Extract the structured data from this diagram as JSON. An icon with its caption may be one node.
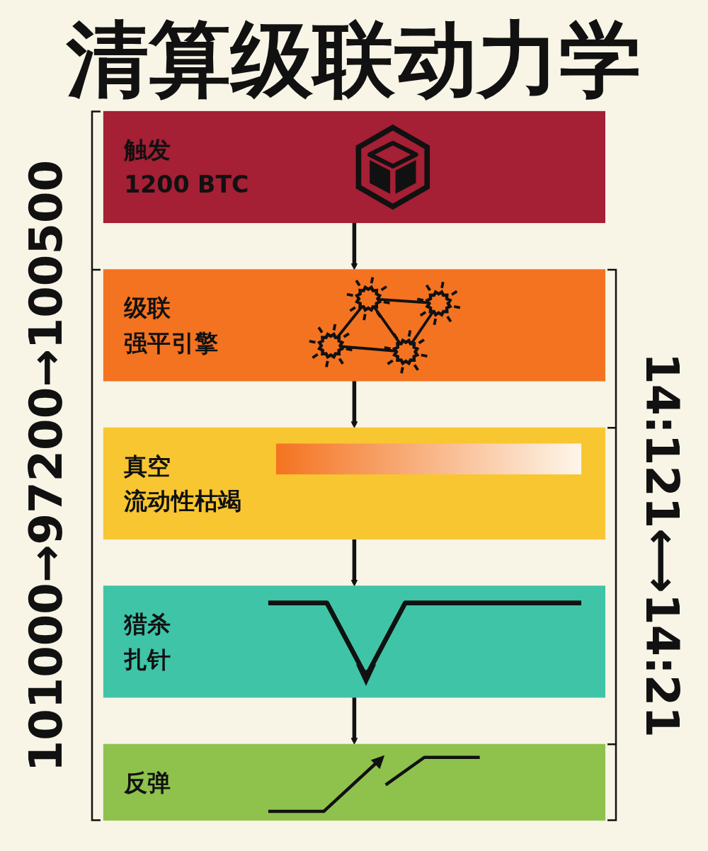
{
  "diagram": {
    "title": "清算级联动力学",
    "nodes": [
      {
        "text": [
          "触发",
          "1200 BTC"
        ]
      },
      {
        "text": [
          "级联",
          "强平引擎"
        ]
      },
      {
        "text": [
          "真空",
          "流动性枯竭"
        ]
      },
      {
        "text": [
          "猎杀",
          "扎针"
        ]
      },
      {
        "text": [
          "反弹"
        ]
      }
    ],
    "edges": [
      {
        "from": 0,
        "to": 1,
        "arrow": "to"
      },
      {
        "from": 1,
        "to": 2,
        "arrow": "to"
      },
      {
        "from": 2,
        "to": 3,
        "arrow": "to"
      },
      {
        "from": 3,
        "to": 4,
        "arrow": "to"
      }
    ],
    "labels": [
      "101000→97200→100500",
      "14:121⟷14:21"
    ]
  }
}
